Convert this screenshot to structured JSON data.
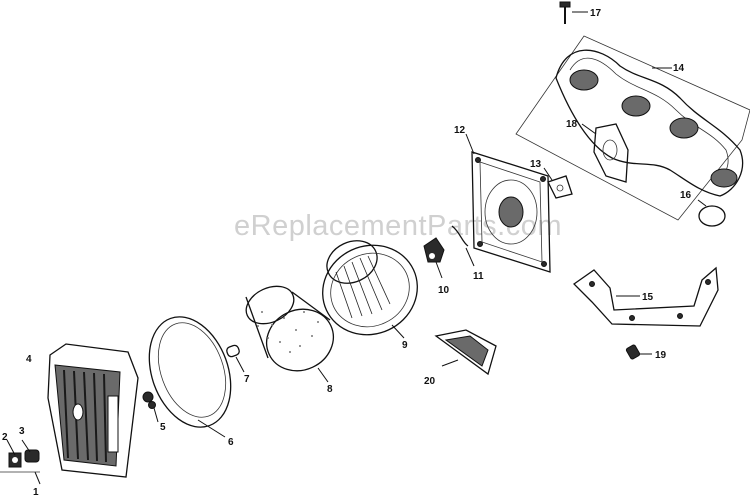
{
  "watermark": "eReplacementParts.com",
  "callouts": [
    {
      "id": "1",
      "text": "1"
    },
    {
      "id": "2",
      "text": "2"
    },
    {
      "id": "3",
      "text": "3"
    },
    {
      "id": "4",
      "text": "4"
    },
    {
      "id": "5",
      "text": "5"
    },
    {
      "id": "6",
      "text": "6"
    },
    {
      "id": "7",
      "text": "7"
    },
    {
      "id": "8",
      "text": "8"
    },
    {
      "id": "9",
      "text": "9"
    },
    {
      "id": "10",
      "text": "10"
    },
    {
      "id": "11",
      "text": "11"
    },
    {
      "id": "12",
      "text": "12"
    },
    {
      "id": "13",
      "text": "13"
    },
    {
      "id": "14",
      "text": "14"
    },
    {
      "id": "15",
      "text": "15"
    },
    {
      "id": "16",
      "text": "16"
    },
    {
      "id": "17",
      "text": "17"
    },
    {
      "id": "18",
      "text": "18"
    },
    {
      "id": "19",
      "text": "19"
    },
    {
      "id": "20",
      "text": "20"
    }
  ]
}
